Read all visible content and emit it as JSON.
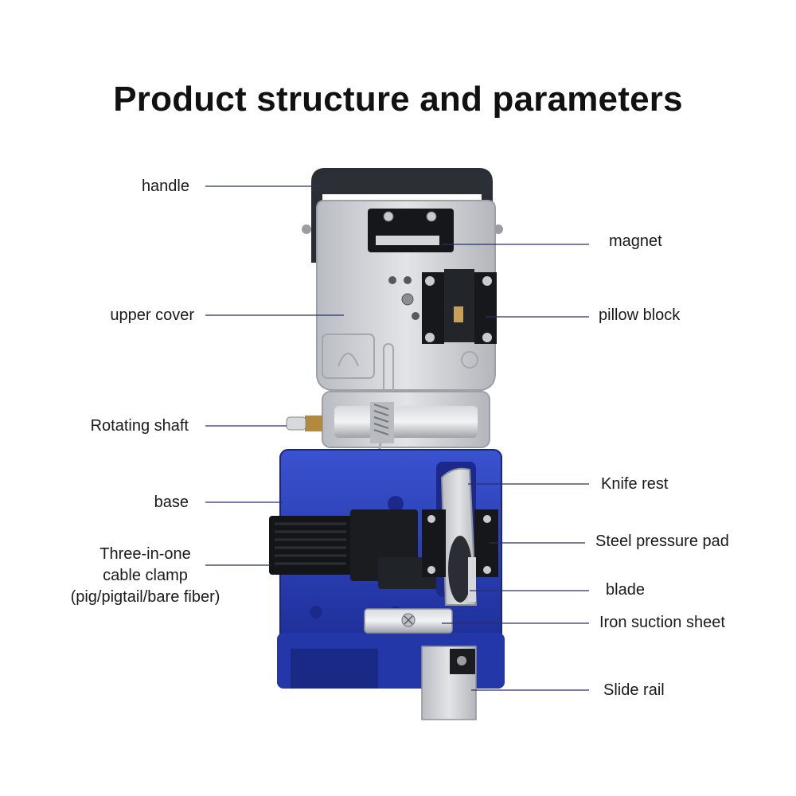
{
  "title": "Product structure and parameters",
  "colors": {
    "base_blue": "#2a3eb8",
    "silver": "#c9cbcf",
    "leader_line": "#2a2f6b"
  },
  "labels": {
    "handle": "handle",
    "upper_cover": "upper cover",
    "rotating_shaft": "Rotating shaft",
    "base": "base",
    "cable_clamp": [
      "Three-in-one",
      "cable clamp",
      "(pig/pigtail/bare fiber)"
    ],
    "magnet": "magnet",
    "pillow_block": "pillow block",
    "knife_rest": "Knife rest",
    "steel_pressure_pad": "Steel pressure pad",
    "blade": "blade",
    "iron_suction_sheet": "Iron suction sheet",
    "slide_rail": "Slide rail"
  }
}
